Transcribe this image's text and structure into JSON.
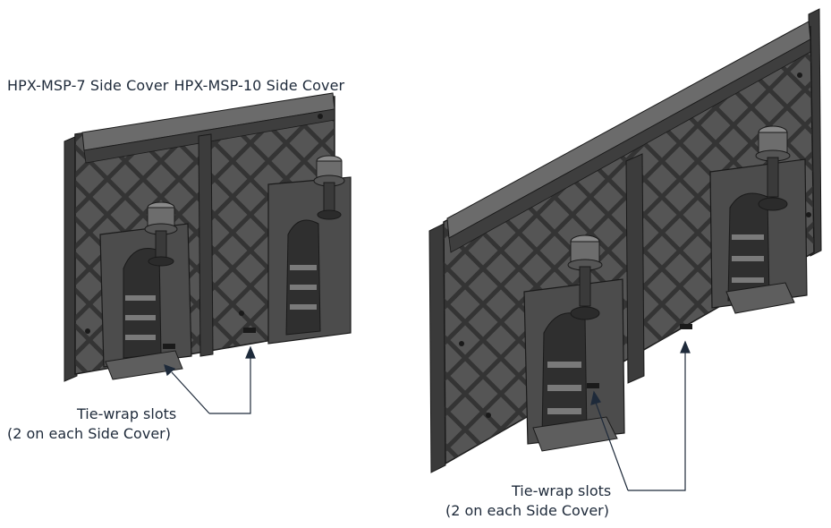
{
  "figure": {
    "title_left": "HPX-MSP-7 Side Cover",
    "title_right": "HPX-MSP-10 Side Cover"
  },
  "callouts": {
    "left": {
      "line1": "Tie-wrap slots",
      "line2": "(2 on each Side Cover)"
    },
    "right": {
      "line1": "Tie-wrap slots",
      "line2": "(2 on each Side Cover)"
    }
  },
  "colors": {
    "body": "#4a4a4a",
    "dark": "#2b2b2b",
    "light": "#6a6a6a",
    "text": "#1e2a3a"
  }
}
